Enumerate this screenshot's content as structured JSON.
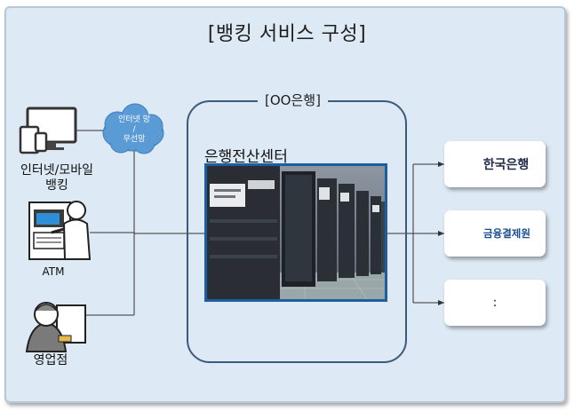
{
  "title": "[뱅킹 서비스 구성]",
  "bank": {
    "label": "[OO은행]",
    "center_label": "은행전산센터"
  },
  "channels": {
    "cloud_text": [
      "인터넷 망",
      "/",
      "무선망"
    ],
    "internet_mobile": [
      "인터넷/모바일",
      "뱅킹"
    ],
    "atm": "ATM",
    "branch": "영업점"
  },
  "institutions": [
    {
      "name": "한국은행",
      "logo_color": "#1f73b7"
    },
    {
      "name": "금융결제원",
      "logo_color": "#1a5fa8"
    },
    {
      "name": ":"
    }
  ],
  "colors": {
    "background_panel": "#dde9f4",
    "bank_border": "#3c5a7c",
    "photo_border": "#1b5fa0",
    "cloud": "#5b9bd5",
    "lines": "#333333"
  }
}
